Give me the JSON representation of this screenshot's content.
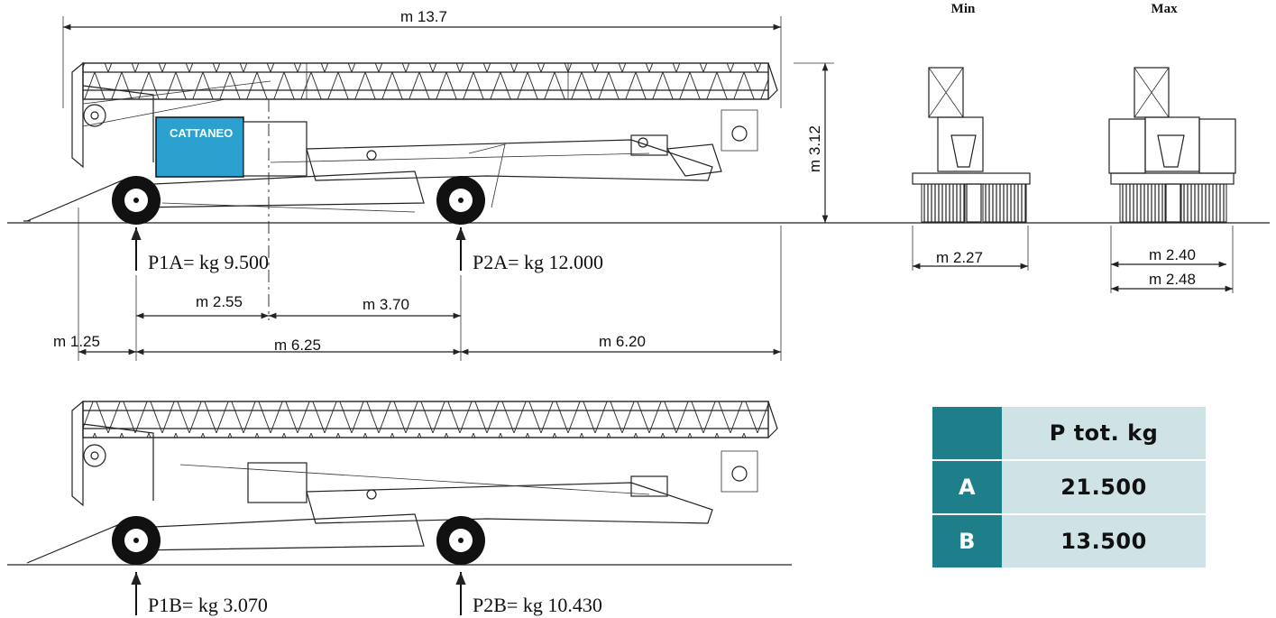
{
  "views": {
    "min_label": "Min",
    "max_label": "Max"
  },
  "brand_logo_text": "CATTANEO",
  "config_a": {
    "overall_length": "m 13.7",
    "height": "m 3.12",
    "load_front": "P1A= kg 9.500",
    "load_rear": "P2A= kg 12.000",
    "dim_front_to_center": "m 2.55",
    "dim_center_to_rear": "m 3.70",
    "dim_front_overhang": "m 1.25",
    "dim_wheelbase": "m 6.25",
    "dim_rear_overhang": "m 6.20",
    "width_min": "m 2.27",
    "width_max_a": "m 2.40",
    "width_max_b": "m 2.48"
  },
  "config_b": {
    "load_front": "P1B= kg 3.070",
    "load_rear": "P2B= kg 10.430"
  },
  "total_table": {
    "header": "P tot. kg",
    "rows": [
      {
        "key": "A",
        "value": "21.500"
      },
      {
        "key": "B",
        "value": "13.500"
      }
    ],
    "colors": {
      "dark": "#1e7f8b",
      "light": "#cfe3e6"
    }
  }
}
